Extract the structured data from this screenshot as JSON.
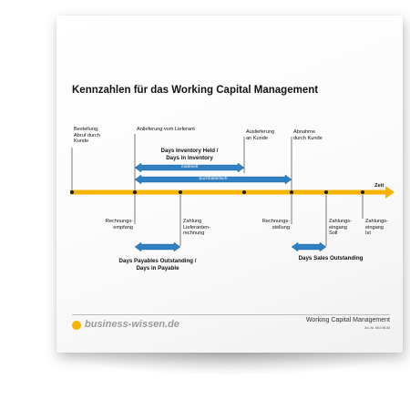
{
  "title": "Kennzahlen für das Working Capital Management",
  "axis_label": "Zeit",
  "top_labels": {
    "bestellung": [
      "Bestellung,",
      "Abruf durch",
      "Kunde"
    ],
    "anlieferung": [
      "Anlieferung vom Lieferant"
    ],
    "auslieferung": [
      "Auslieferung",
      "an Kunde"
    ],
    "abnahme": [
      "Abnahme",
      "durch Kunde"
    ]
  },
  "bottom_labels": {
    "rechnungsempfang": [
      "Rechnungs-",
      "empfang"
    ],
    "zahlung_lieferant": [
      "Zahlung",
      "Lieferanten-",
      "rechnung"
    ],
    "rechnungsstellung": [
      "Rechnungs-",
      "stellung"
    ],
    "zahlungseingang_soll": [
      "Zahlungs-",
      "eingang",
      "Soll"
    ],
    "zahlungseingang_ist": [
      "Zahlungs-",
      "eingang",
      "Ist"
    ]
  },
  "metrics": {
    "dih": [
      "Days Inventory Held /",
      "Days in Inventory"
    ],
    "dpo": [
      "Days Payables Outstanding /",
      "Days in Payable"
    ],
    "dso": "Days Sales Outstanding"
  },
  "bars": {
    "materiell": "materiell",
    "buchhalterisch": "buchhalterisch"
  },
  "colors": {
    "timeline": "#f5b400",
    "arrow_blue": "#2f7fc1",
    "logo": "#f5b400"
  },
  "footer": {
    "logo": "business-wissen.de",
    "doc_title": "Working Capital Management",
    "art_nr": "Art.-Nr. 88.0.98.08"
  }
}
